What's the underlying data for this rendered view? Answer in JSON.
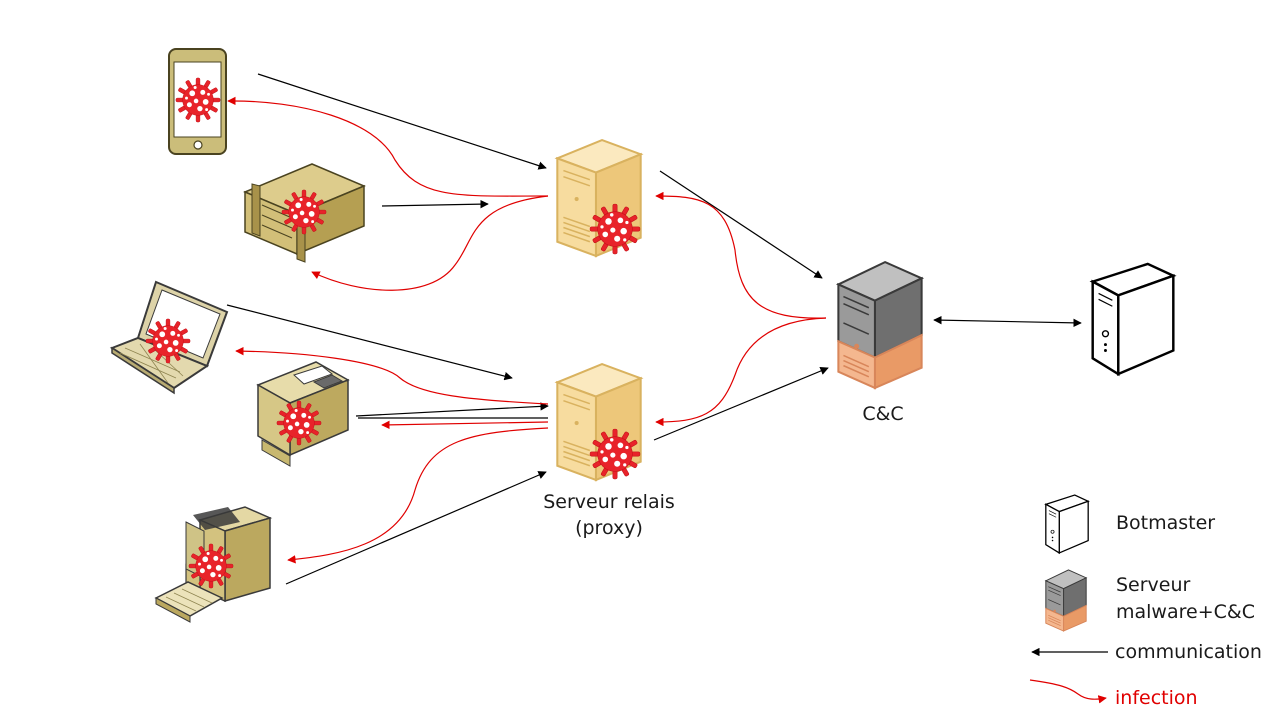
{
  "labels": {
    "cnc": "C&C",
    "proxy_line1": "Serveur relais",
    "proxy_line2": "(proxy)"
  },
  "legend": {
    "botmaster": "Botmaster",
    "server_line1": "Serveur",
    "server_line2": "malware+C&C",
    "communication": "communication",
    "infection": "infection"
  },
  "colors": {
    "communication": "#000000",
    "infection": "#e00000",
    "virus": "#e8232a",
    "proxy_fill": "#f7dc9f",
    "proxy_stroke": "#d9b25f",
    "cnc_top": "#8c8c8c",
    "cnc_bottom": "#f2b48a",
    "device_fill": "#cbbd7a"
  },
  "devices": [
    {
      "name": "smartphone-icon",
      "infected": true
    },
    {
      "name": "rack-server-icon",
      "infected": true
    },
    {
      "name": "laptop-icon",
      "infected": true
    },
    {
      "name": "printer-icon",
      "infected": true
    },
    {
      "name": "desktop-pc-icon",
      "infected": true
    }
  ]
}
